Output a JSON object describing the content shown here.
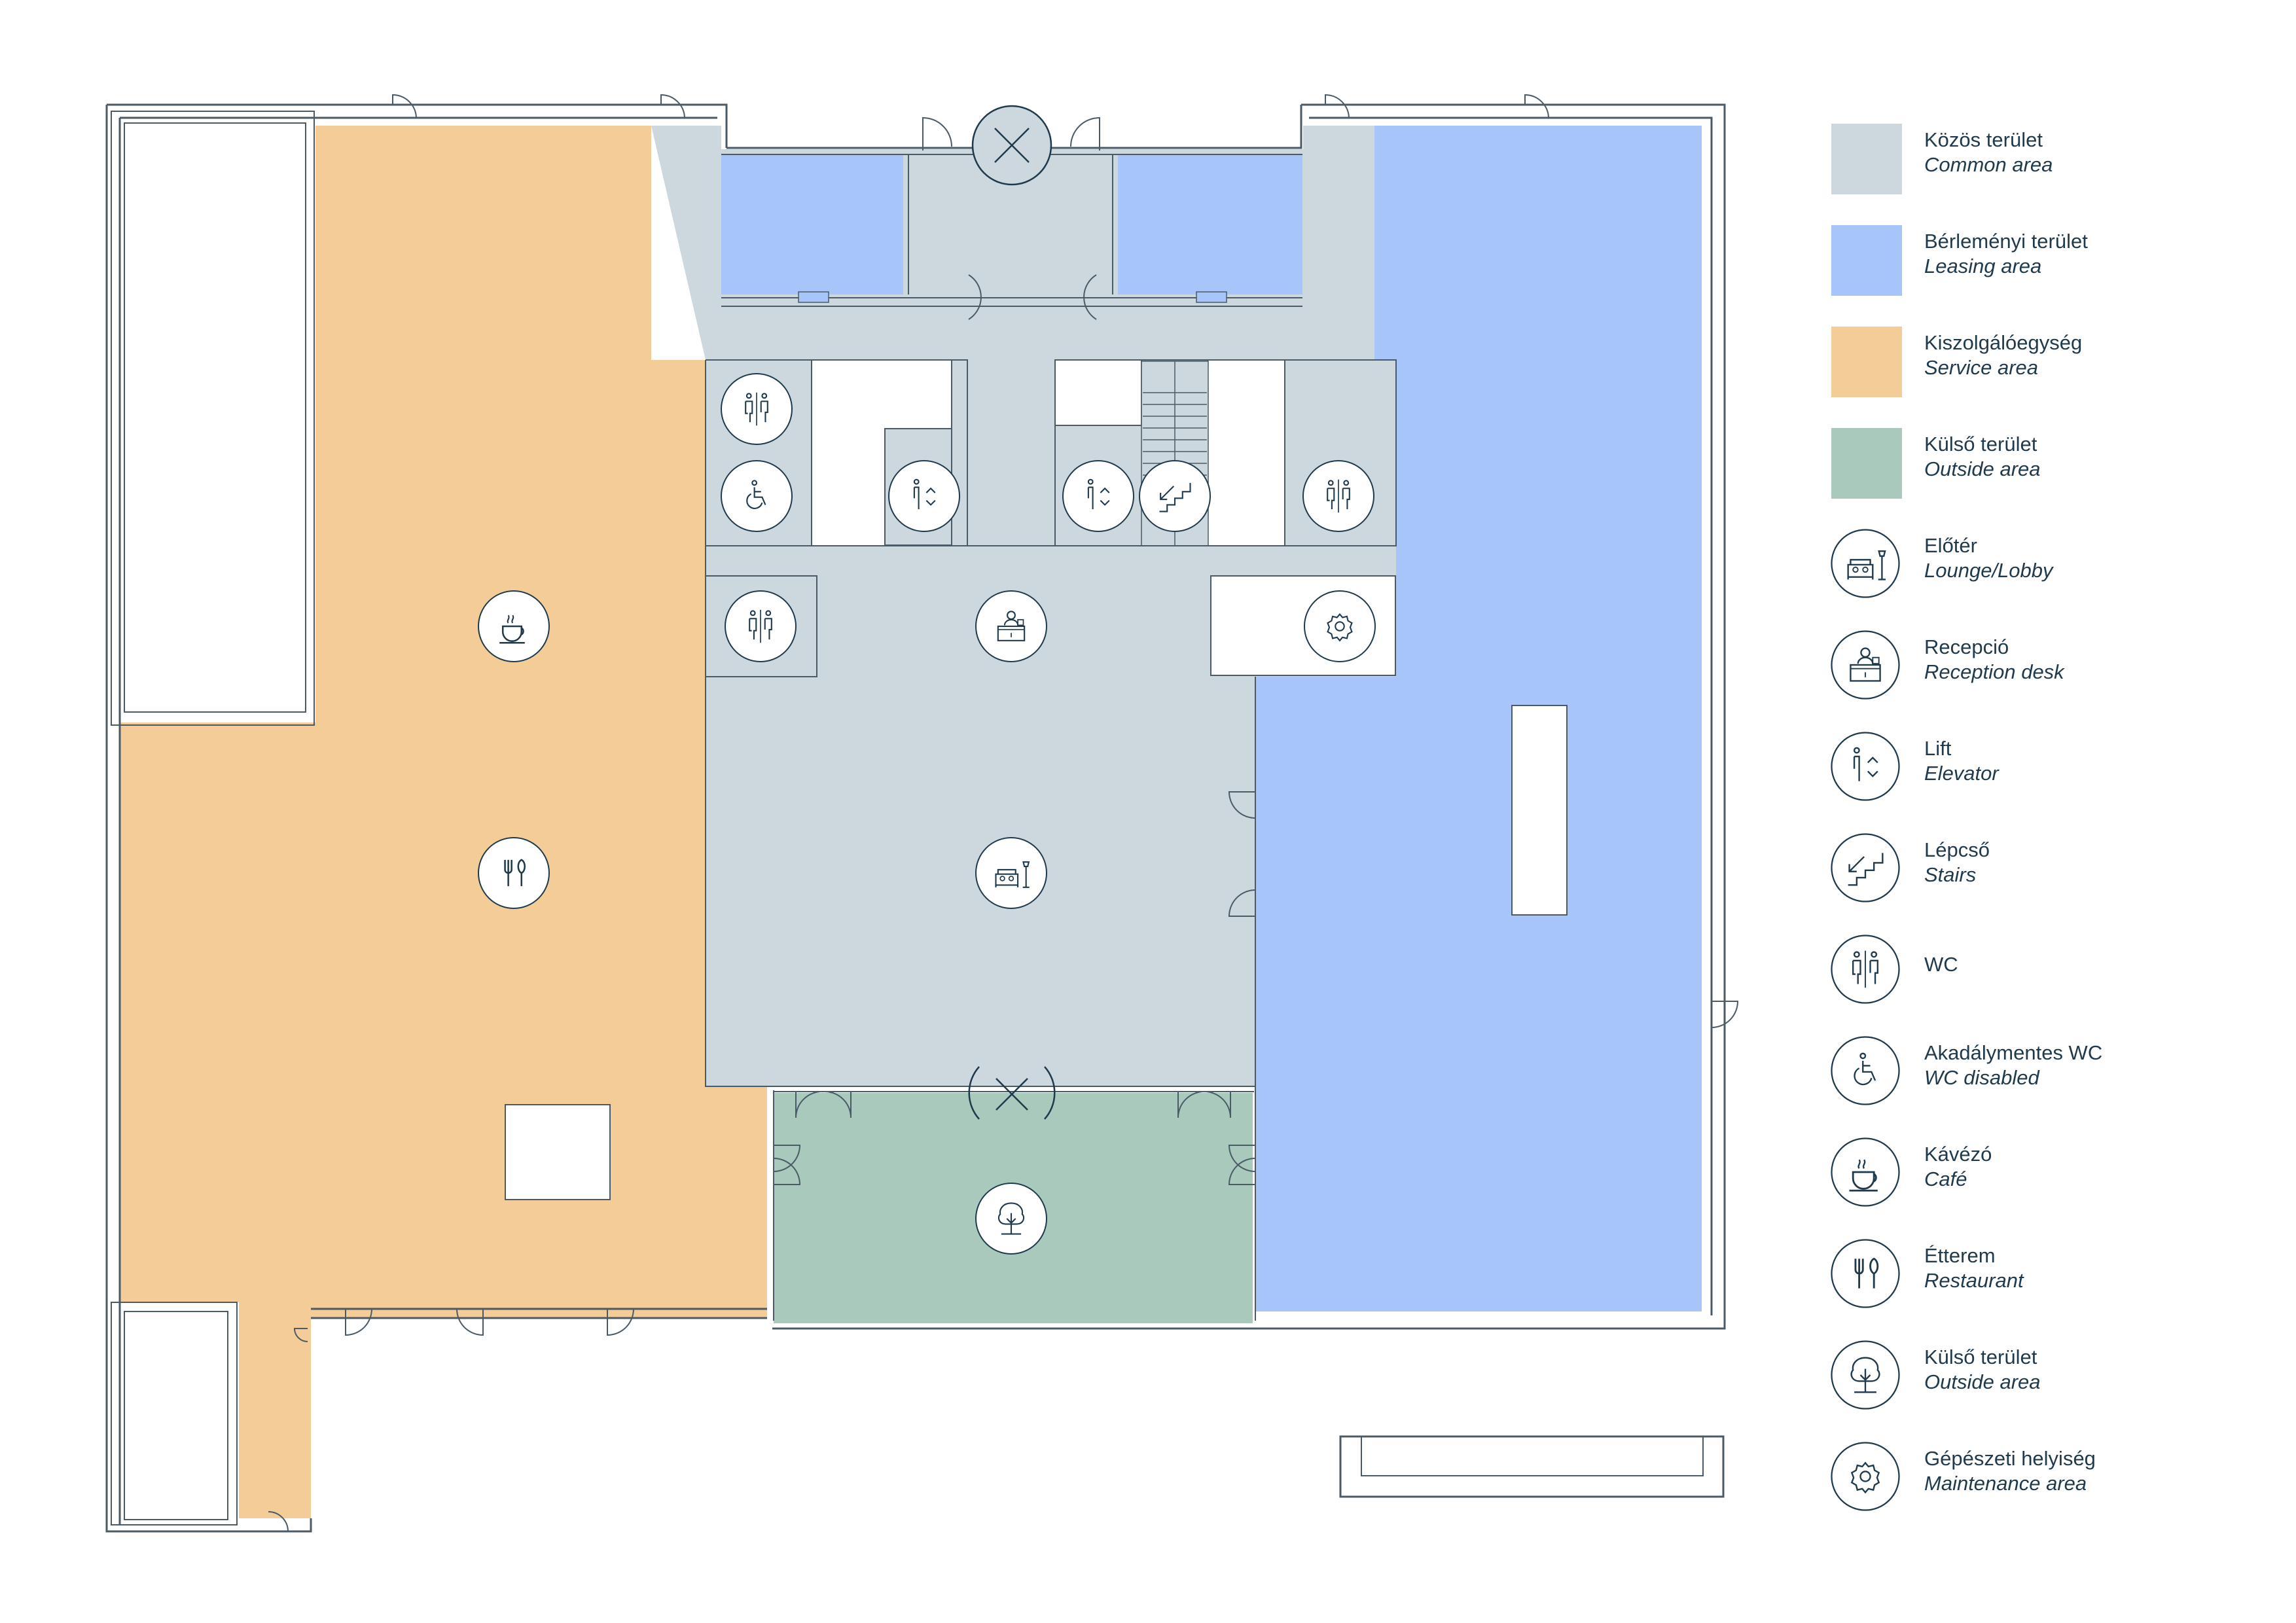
{
  "colors": {
    "common": "#cdd8de",
    "leasing": "#a8c5fa",
    "service": "#f4cc97",
    "outside": "#a9c9bd",
    "line": "#1f3a4d",
    "wall": "#4a5a66"
  },
  "legend": {
    "items": [
      {
        "kind": "swatch",
        "color_key": "common",
        "hu": "Közös terület",
        "en": "Common area"
      },
      {
        "kind": "swatch",
        "color_key": "leasing",
        "hu": "Bérleményi terület",
        "en": "Leasing area"
      },
      {
        "kind": "swatch",
        "color_key": "service",
        "hu": "Kiszolgálóegység",
        "en": "Service area"
      },
      {
        "kind": "swatch",
        "color_key": "outside",
        "hu": "Külső terület",
        "en": "Outside area"
      },
      {
        "kind": "icon",
        "icon": "lounge-icon",
        "hu": "Előtér",
        "en": "Lounge/Lobby"
      },
      {
        "kind": "icon",
        "icon": "reception-icon",
        "hu": "Recepció",
        "en": "Reception desk"
      },
      {
        "kind": "icon",
        "icon": "elevator-icon",
        "hu": "Lift",
        "en": "Elevator"
      },
      {
        "kind": "icon",
        "icon": "stairs-icon",
        "hu": "Lépcső",
        "en": "Stairs"
      },
      {
        "kind": "icon",
        "icon": "wc-icon",
        "hu": "WC",
        "en": ""
      },
      {
        "kind": "icon",
        "icon": "wheelchair-icon",
        "hu": "Akadálymentes WC",
        "en": "WC disabled"
      },
      {
        "kind": "icon",
        "icon": "cafe-icon",
        "hu": "Kávézó",
        "en": "Café"
      },
      {
        "kind": "icon",
        "icon": "restaurant-icon",
        "hu": "Étterem",
        "en": "Restaurant"
      },
      {
        "kind": "icon",
        "icon": "tree-icon",
        "hu": "Külső terület",
        "en": "Outside area"
      },
      {
        "kind": "icon",
        "icon": "gear-icon",
        "hu": "Gépészeti helyiség",
        "en": "Maintenance area"
      }
    ]
  },
  "plan_markers": [
    {
      "icon": "cafe-icon",
      "zone": "service"
    },
    {
      "icon": "restaurant-icon",
      "zone": "service"
    },
    {
      "icon": "wc-icon",
      "zone": "common"
    },
    {
      "icon": "wheelchair-icon",
      "zone": "common"
    },
    {
      "icon": "elevator-icon",
      "zone": "common"
    },
    {
      "icon": "elevator-icon",
      "zone": "common"
    },
    {
      "icon": "stairs-icon",
      "zone": "common"
    },
    {
      "icon": "wc-icon",
      "zone": "common"
    },
    {
      "icon": "wc-icon",
      "zone": "common"
    },
    {
      "icon": "reception-icon",
      "zone": "common"
    },
    {
      "icon": "gear-icon",
      "zone": "common"
    },
    {
      "icon": "lounge-icon",
      "zone": "common"
    },
    {
      "icon": "tree-icon",
      "zone": "outside"
    }
  ]
}
